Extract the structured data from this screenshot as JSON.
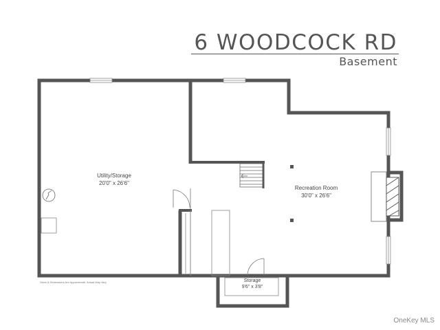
{
  "header": {
    "title": "6 WOODCOCK RD",
    "subtitle": "Basement"
  },
  "rooms": [
    {
      "name": "Utility/Storage",
      "dimensions": "20'0\" x 26'6\""
    },
    {
      "name": "Recreation Room",
      "dimensions": "30'0\" x 26'6\""
    },
    {
      "name": "Storage",
      "dimensions": "9'6\" x 3'8\""
    }
  ],
  "disclaimer": "Sizes & Dimensions Are Approximate, Actual May Vary",
  "watermark": "OneKey MLS",
  "colors": {
    "wall": "#555555",
    "thin_line": "#888888",
    "text": "#444444",
    "background": "#ffffff"
  }
}
